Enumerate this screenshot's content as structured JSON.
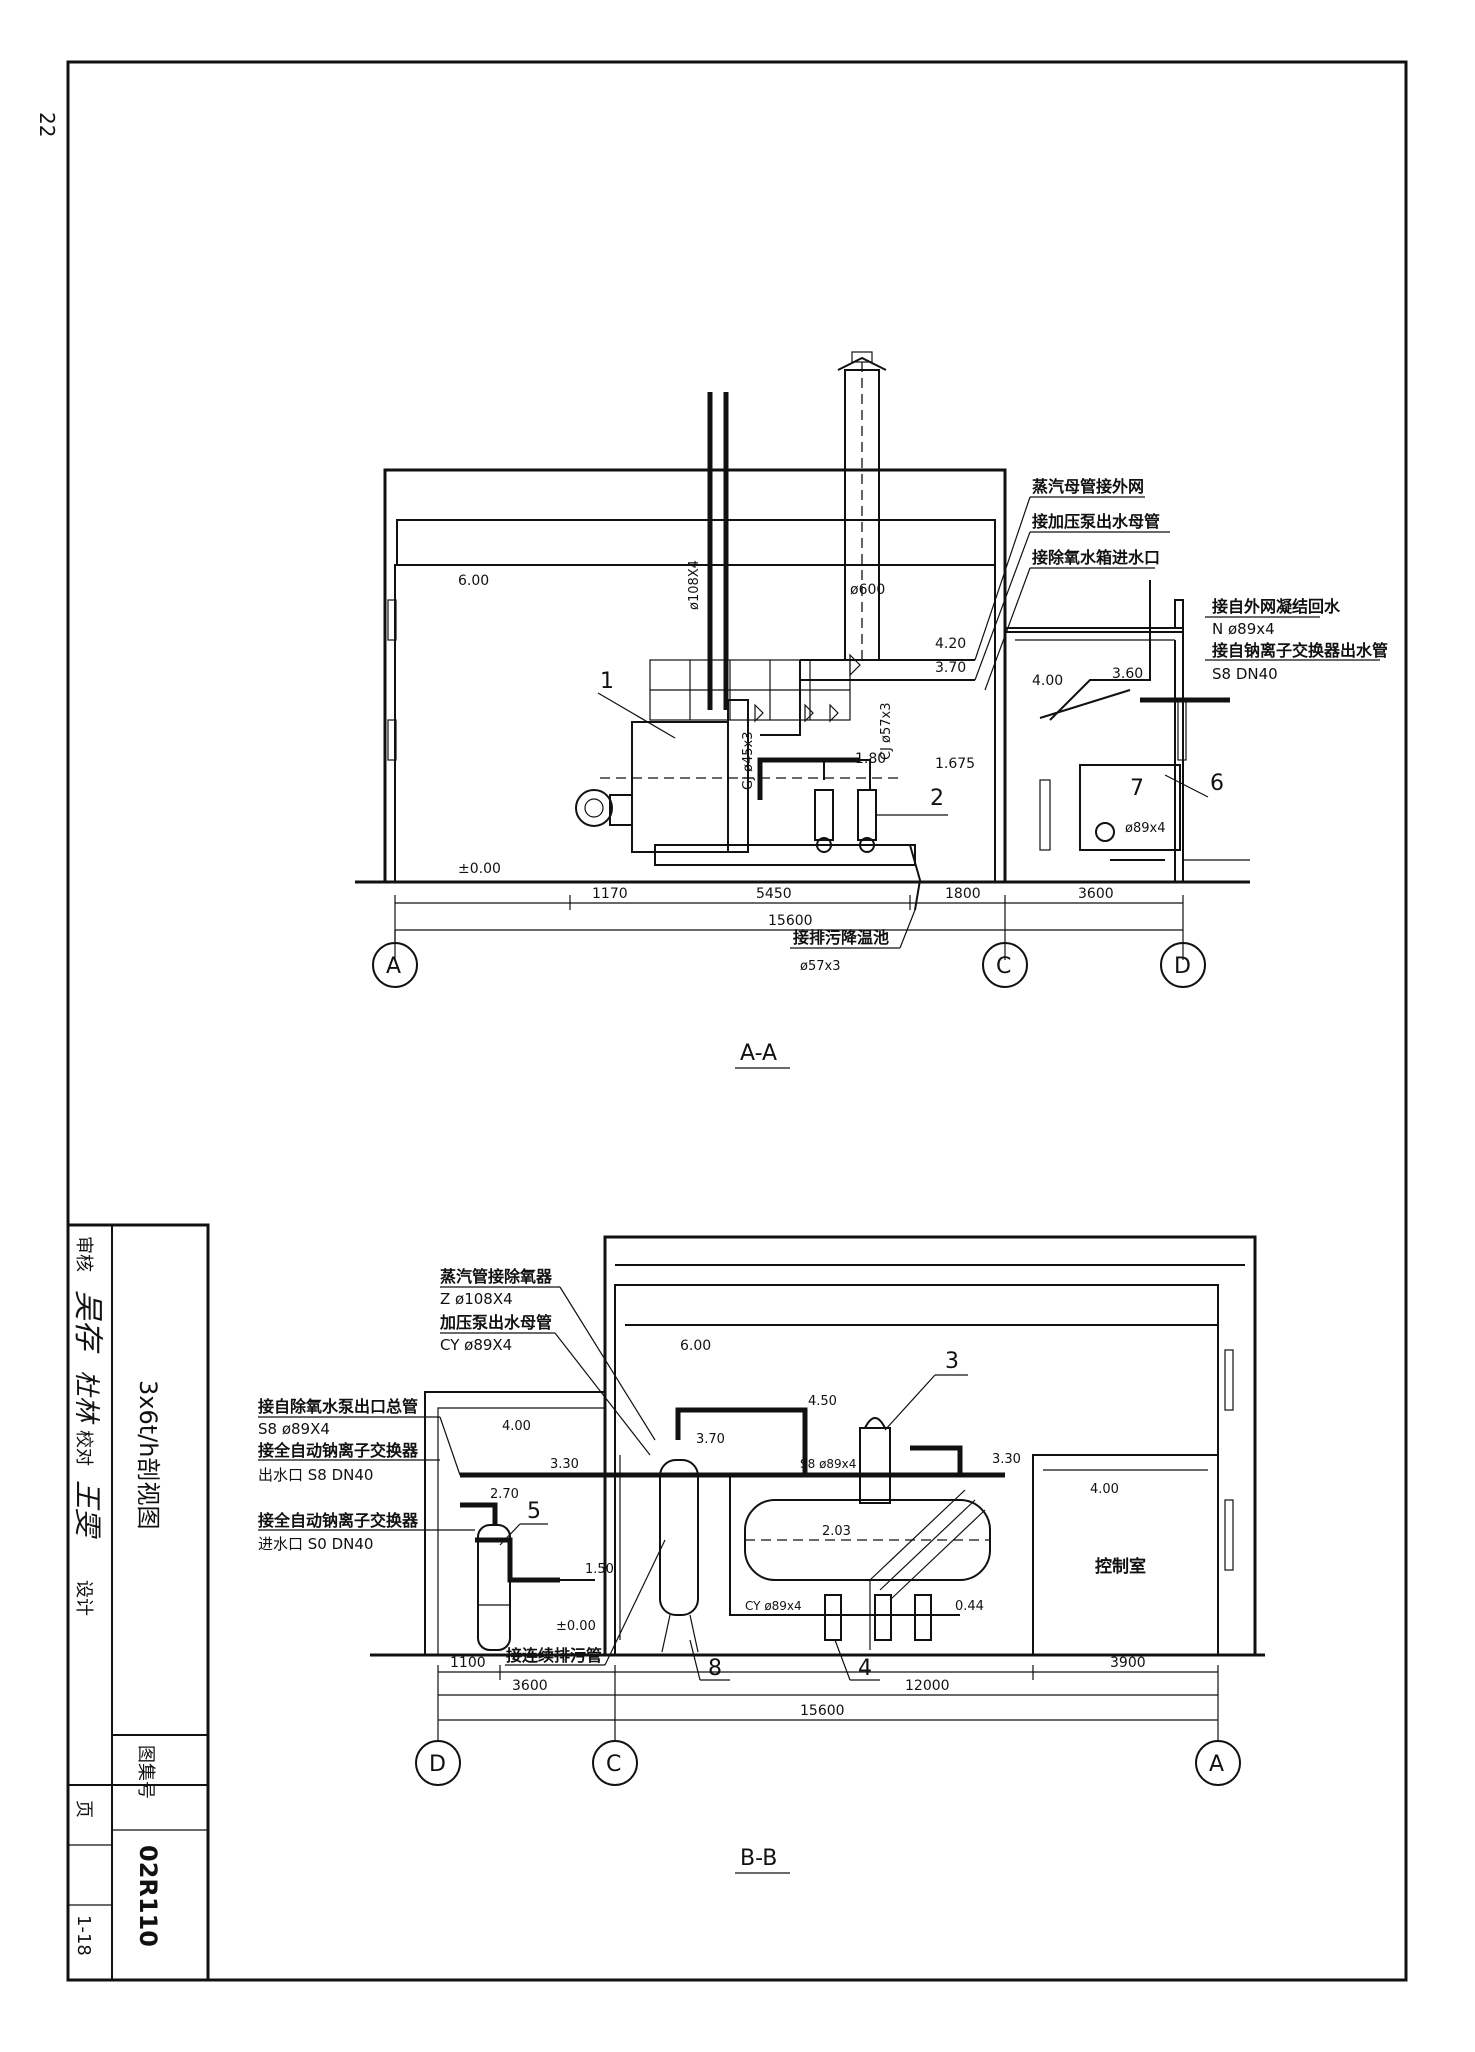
{
  "page_number": "22",
  "title_block": {
    "review_label": "审核",
    "review_sig": "吴存",
    "check_label": "校对",
    "check_sig": "杜林",
    "design_label": "设计",
    "design_sig": "王雯",
    "drawing_title": "3x6t/h剖视图",
    "atlas_label": "图集号",
    "atlas_no": "02R110",
    "page_label": "页",
    "page_no": "1-18"
  },
  "section_aa": {
    "title": "A-A",
    "callouts": [
      "蒸汽母管接外网",
      "接加压泵出水母管",
      "接除氧水箱进水口",
      "接自外网凝结回水",
      "N ø89x4",
      "接自钠离子交换器出水管",
      "S8 DN40"
    ],
    "drain_label": "接排污降温池",
    "drain_size": "ø57x3",
    "elevations": [
      "6.00",
      "±0.00",
      "4.20",
      "3.70",
      "1.80",
      "1.675",
      "4.00",
      "3.60"
    ],
    "pipe_labels": [
      "ø108X4",
      "ø600",
      "GJ ø45x3",
      "CJ ø57x3",
      "ø89x4"
    ],
    "dims": [
      "1170",
      "5450",
      "1800",
      "3600",
      "15600"
    ],
    "axes": [
      "A",
      "C",
      "D"
    ],
    "items": [
      "1",
      "2",
      "6",
      "7"
    ]
  },
  "section_bb": {
    "title": "B-B",
    "callouts": [
      "蒸汽管接除氧器",
      "Z ø108X4",
      "加压泵出水母管",
      "CY ø89X4",
      "接自除氧水泵出口总管",
      "S8 ø89X4",
      "接全自动钠离子交换器",
      "出水口 S8 DN40",
      "接全自动钠离子交换器",
      "进水口 S0 DN40"
    ],
    "drain_label": "接连续排污管",
    "elevations": [
      "6.00",
      "4.00",
      "3.30",
      "2.70",
      "4.50",
      "3.70",
      "3.30",
      "4.00",
      "2.03",
      "1.50",
      "0.44",
      "±0.00"
    ],
    "pipe_labels": [
      "S8 ø89x4",
      "CY ø89x4"
    ],
    "control_room": "控制室",
    "dims": [
      "1100",
      "3600",
      "12000",
      "3900",
      "15600"
    ],
    "axes": [
      "D",
      "C",
      "A"
    ],
    "items": [
      "3",
      "4",
      "5",
      "8"
    ]
  }
}
